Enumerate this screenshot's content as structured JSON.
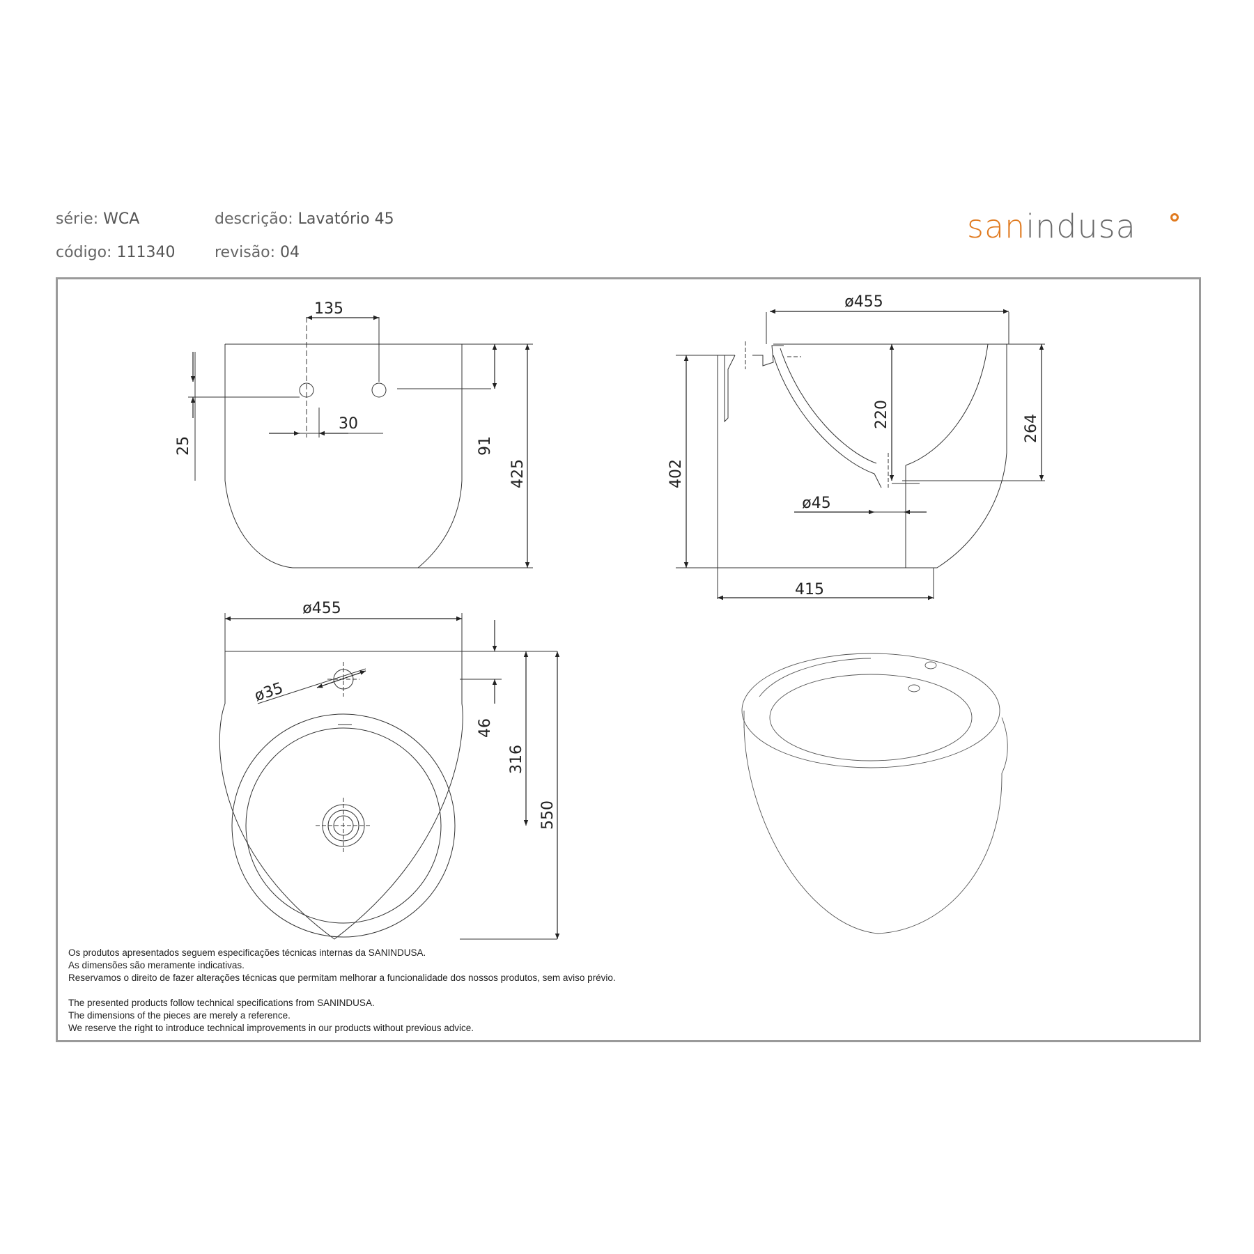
{
  "header": {
    "serie_label": "série:",
    "serie_value": "WCA",
    "codigo_label": "código:",
    "codigo_value": "111340",
    "descricao_label": "descrição:",
    "descricao_value": "Lavatório 45",
    "revisao_label": "revisão:",
    "revisao_value": "04"
  },
  "logo": {
    "part_san": "san",
    "part_indusa": "indusa",
    "accent_color": "#e07a1f",
    "gray_color": "#6b6b6b"
  },
  "dimensions": {
    "front_view": {
      "taps_spacing": "135",
      "hole_dia": "30",
      "hole_offset": "25",
      "hole_height": "91",
      "height": "425"
    },
    "section_view": {
      "diameter": "ø455",
      "basin_depth": "220",
      "overall_height": "402",
      "rim_to_outlet": "264",
      "outlet_dia": "ø45",
      "depth": "415"
    },
    "top_view": {
      "diameter": "ø455",
      "tap_hole_dia": "ø35",
      "tap_offset": "46",
      "center_offset": "316",
      "overall_depth": "550"
    }
  },
  "notes": {
    "pt": [
      "Os produtos apresentados seguem especificações técnicas internas da SANINDUSA.",
      "As dimensões são meramente indicativas.",
      "Reservamos o direito de fazer alterações técnicas que permitam melhorar a funcionalidade dos nossos produtos, sem aviso prévio."
    ],
    "en": [
      "The presented products follow technical specifications from SANINDUSA.",
      "The dimensions of the pieces are merely a reference.",
      "We reserve the right to introduce technical improvements in our products without previous advice."
    ]
  }
}
